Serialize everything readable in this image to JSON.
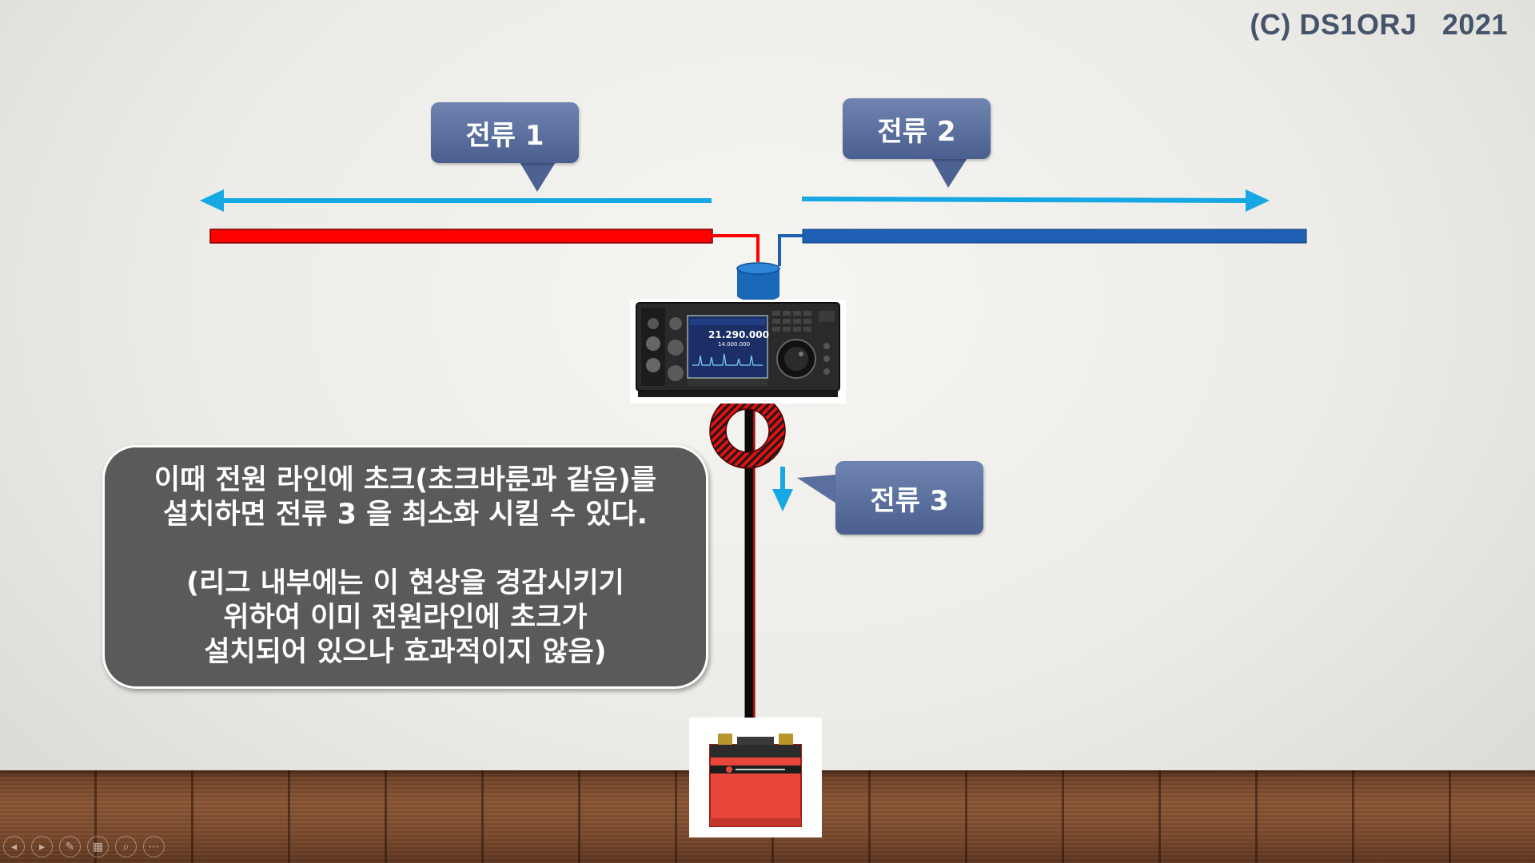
{
  "copyright": "(C) DS1ORJ   2021",
  "callouts": {
    "current1": "전류 1",
    "current2": "전류 2",
    "current3": "전류 3"
  },
  "note": {
    "lines": [
      "이때 전원 라인에 초크(초크바룬과 같음)를",
      "설치하면 전류 3 을 최소화 시킬 수 있다.",
      "(리그 내부에는 이 현상을  경감시키기",
      "위하여 이미 전원라인에  초크가",
      "설치되어 있으나 효과적이지 않음)"
    ]
  },
  "radio": {
    "freq_main": "21.290.000",
    "freq_sub": "14.000.000"
  },
  "colors": {
    "left_wire": "#ff0000",
    "right_wire": "#1e5fb4",
    "arrow": "#17a8e3",
    "callout": "#5a6f9f",
    "note_bg": "#5a5a5a"
  },
  "icons": {
    "radio": "transceiver-icon",
    "battery": "battery-icon",
    "choke": "choke-toroid-icon",
    "balun": "balun-cylinder-icon"
  },
  "toolbar": {
    "prev": "◂",
    "next": "▸",
    "pen": "✎",
    "slides": "▦",
    "zoom": "⌕",
    "more": "⋯"
  }
}
